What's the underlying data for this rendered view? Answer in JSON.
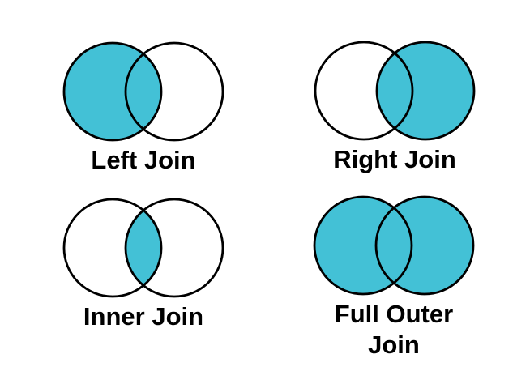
{
  "colors": {
    "accent": "#43C1D6",
    "outline": "#000000",
    "text": "#000000",
    "background": "#FFFFFF"
  },
  "diagrams": [
    {
      "label": "Left Join",
      "regions": {
        "left": true,
        "intersection": true,
        "right": false
      }
    },
    {
      "label": "Right Join",
      "regions": {
        "left": false,
        "intersection": true,
        "right": true
      }
    },
    {
      "label": "Inner Join",
      "regions": {
        "left": false,
        "intersection": true,
        "right": false
      }
    },
    {
      "label": "Full Outer Join",
      "regions": {
        "left": true,
        "intersection": true,
        "right": true
      }
    }
  ]
}
